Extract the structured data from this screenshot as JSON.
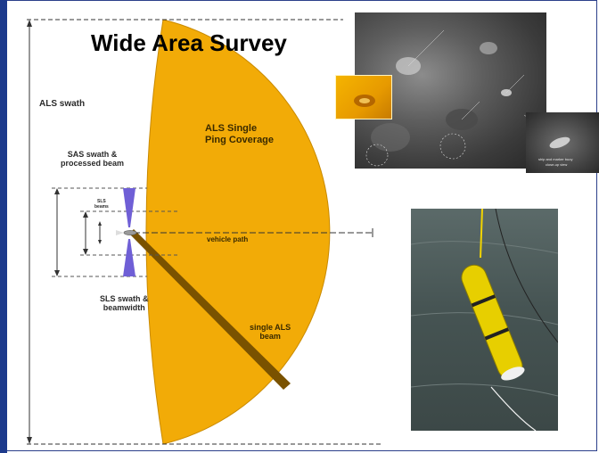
{
  "title": "Wide Area Survey",
  "labels": {
    "als_swath": "ALS swath",
    "sas_swath_line1": "SAS swath &",
    "sas_swath_line2": "processed beam",
    "sls_beams_line1": "SLS",
    "sls_beams_line2": "beams",
    "als_single_line1": "ALS Single",
    "als_single_line2": "Ping Coverage",
    "vehicle_path": "vehicle path",
    "sls_swath_line1": "SLS swath &",
    "sls_swath_line2": "beamwidth",
    "single_als_line1": "single ALS",
    "single_als_line2": "beam"
  },
  "sonar_photo": {
    "caption_line1": "ship and marker buoy",
    "caption_line2": "close-up view"
  },
  "colors": {
    "coverage_fill": "#f2ab07",
    "coverage_edge": "#c98a00",
    "als_beam": "#7a5200",
    "sas_beam": "#6f5fd6",
    "accent_bar": "#1d3a8c"
  },
  "images": {
    "sonar_mosaic": "side-scan sonar mosaic of seafloor",
    "auv_photo": "yellow AUV floating in water"
  }
}
